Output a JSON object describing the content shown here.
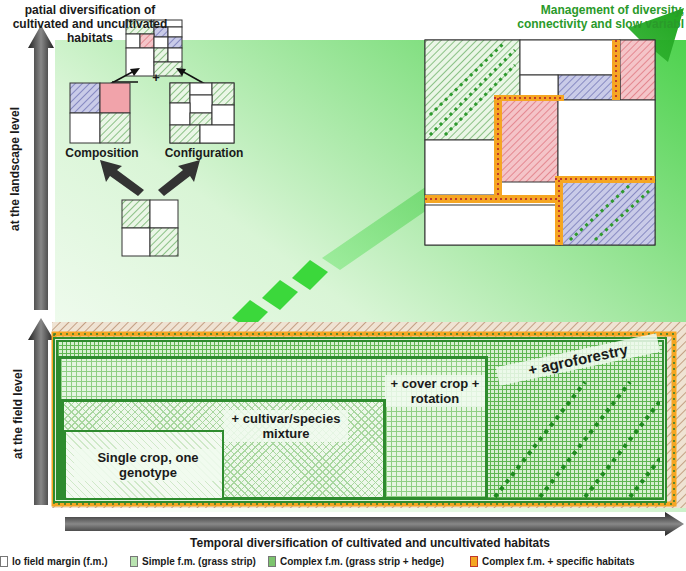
{
  "diagram": {
    "nodes": [
      {
        "text": [
          "+ agroforestry"
        ]
      },
      {
        "text": [
          "+ cover crop + rotation"
        ],
        "in": 0
      },
      {
        "text": [
          "+ cultivar/species mixture"
        ],
        "in": 1
      },
      {
        "text": [
          "Single crop, one genotype"
        ],
        "in": 2
      },
      {
        "text": [
          "Composition"
        ]
      },
      {
        "text": [
          "Configuration"
        ]
      }
    ],
    "labels": [
      "patial diversification of cultivated and uncultivated habitats",
      "Management of diversity, connectivity and slow variabl",
      "at the landscape level",
      "at the field level",
      "+",
      "Temporal diversification of cultivated and uncultivated habitats"
    ],
    "legend": [
      {
        "text": "lo field margin (f.m.)",
        "color": "#ffffff"
      },
      {
        "text": "Simple f.m. (grass strip)",
        "color": "#b9e3b0"
      },
      {
        "text": "Complex f.m. (grass strip + hedge)",
        "color": "#7cc46e"
      },
      {
        "text": "Complex f.m. + specific habitats",
        "color": "#f5a623"
      }
    ]
  }
}
